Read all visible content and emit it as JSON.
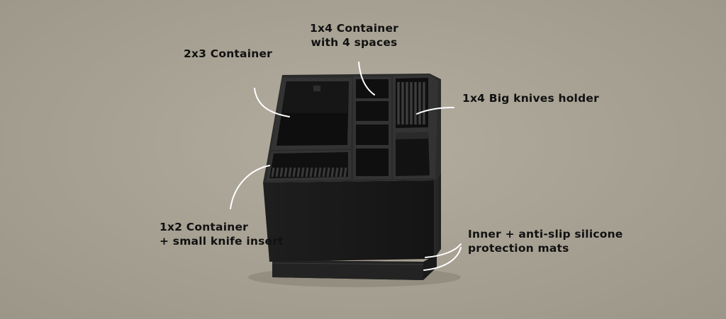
{
  "annotations": {
    "container_2x3": "2x3 Container",
    "container_1x4_line1": "1x4 Container",
    "container_1x4_line2": "with 4 spaces",
    "big_knives_holder": "1x4 Big knives holder",
    "container_1x2_line1": "1x2 Container",
    "container_1x2_line2": "+ small knife insert",
    "mats_line1": "Inner + anti-slip silicone",
    "mats_line2": "protection mats"
  },
  "colors": {
    "background": "#a6a092",
    "product": "#1b1b1b",
    "callout_line": "#ffffff",
    "text": "#111111"
  }
}
